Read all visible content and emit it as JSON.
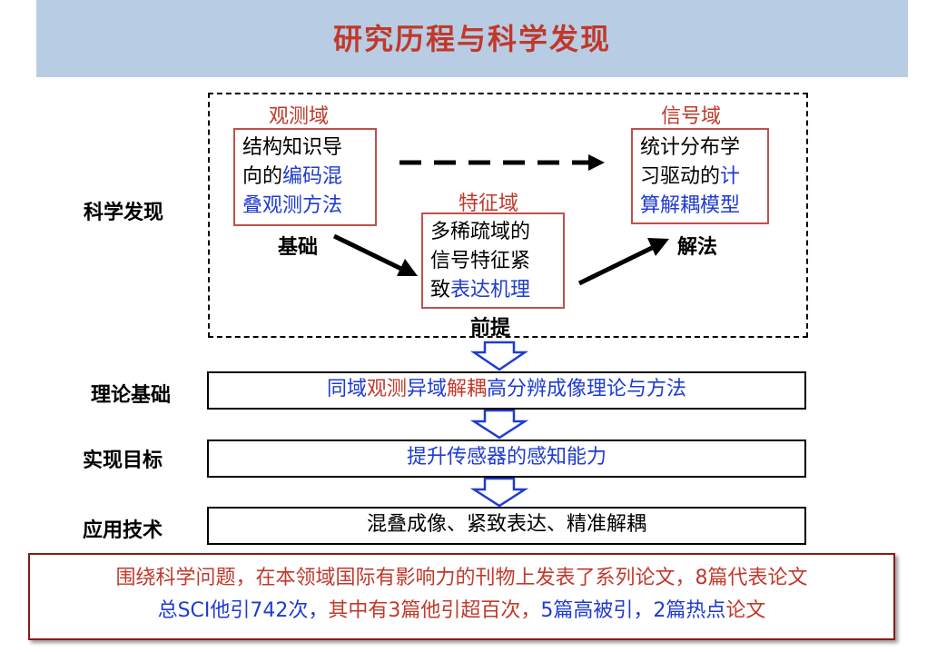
{
  "title": "研究历程与科学发现",
  "discovery": {
    "row_label": "科学发现",
    "observation": {
      "label": "观测域",
      "line1": "结构知识导",
      "line2_a": "向的",
      "line2_b": "编码混",
      "line3": "叠观测方法",
      "tag": "基础"
    },
    "feature": {
      "label": "特征域",
      "line1": "多稀疏域的",
      "line2": "信号特征紧",
      "line3_a": "致",
      "line3_b": "表达机理",
      "tag": "前提"
    },
    "signal": {
      "label": "信号域",
      "line1": "统计分布学",
      "line2_a": "习驱动的",
      "line2_b": "计",
      "line3": "算解耦模型",
      "tag": "解法"
    }
  },
  "rows": [
    {
      "label": "理论基础",
      "parts": [
        "同域",
        "观测",
        "异域",
        "解耦",
        "高分辨成像理论与方法"
      ]
    },
    {
      "label": "实现目标",
      "text": "提升传感器的感知能力"
    },
    {
      "label": "应用技术",
      "text": "混叠成像、紧致表达、精准解耦"
    }
  ],
  "summary": {
    "line1": "围绕科学问题，在本领域国际有影响力的刊物上发表了系列论文，8篇代表论文",
    "line2": [
      "总SCI他引742次，",
      "其中有3篇他引超百次，",
      "5篇高被引，",
      "2篇热点",
      "论文"
    ]
  },
  "colors": {
    "title": "#c0392b",
    "blue": "#1f3bd1",
    "red": "#c0392b",
    "header_bg": "#b8cde4"
  }
}
